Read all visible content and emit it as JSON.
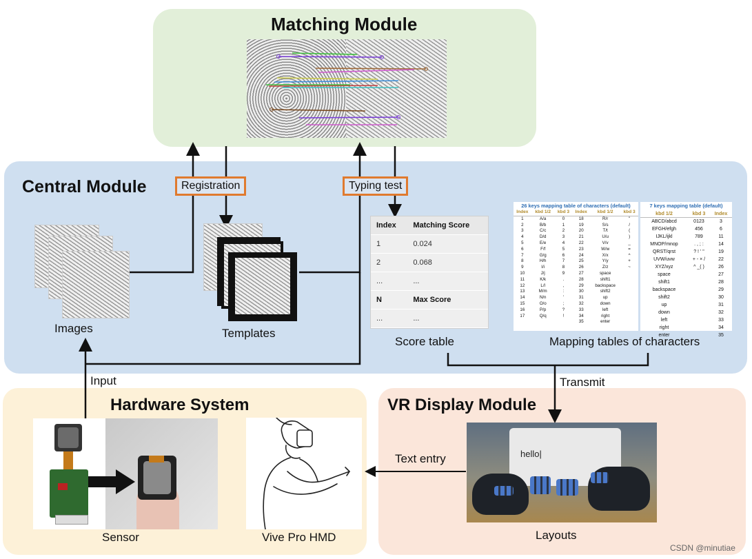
{
  "matching_module": {
    "title": "Matching Module"
  },
  "central_module": {
    "title": "Central Module",
    "registration_label": "Registration",
    "typing_test_label": "Typing test",
    "images_label": "Images",
    "templates_label": "Templates",
    "score_table": {
      "caption": "Score table",
      "headers": [
        "Index",
        "Matching Score"
      ],
      "rows": [
        [
          "1",
          "0.024"
        ],
        [
          "2",
          "0.068"
        ],
        [
          "...",
          "..."
        ],
        [
          "N",
          "Max Score"
        ],
        [
          "...",
          "..."
        ]
      ]
    },
    "mapping_caption": "Mapping tables of characters",
    "mapping_table_26": {
      "caption": "26 keys mapping table of characters (default)",
      "headers": [
        "Index",
        "kbd 1/2",
        "kbd 3",
        "Index",
        "kbd 1/2",
        "kbd 3"
      ],
      "rows": [
        [
          "1",
          "A/a",
          "0",
          "18",
          "R/r",
          "\""
        ],
        [
          "2",
          "B/b",
          "1",
          "19",
          "S/s",
          "/"
        ],
        [
          "3",
          "C/c",
          "2",
          "20",
          "T/t",
          "("
        ],
        [
          "4",
          "D/d",
          "3",
          "21",
          "U/u",
          ")"
        ],
        [
          "5",
          "E/e",
          "4",
          "22",
          "V/v",
          "_"
        ],
        [
          "6",
          "F/f",
          "5",
          "23",
          "W/w",
          "="
        ],
        [
          "7",
          "G/g",
          "6",
          "24",
          "X/x",
          "^"
        ],
        [
          "8",
          "H/h",
          "7",
          "25",
          "Y/y",
          "+"
        ],
        [
          "9",
          "I/i",
          "8",
          "26",
          "Z/z",
          "~"
        ],
        [
          "10",
          "J/j",
          "9",
          "27",
          "space",
          ""
        ],
        [
          "11",
          "K/k",
          ".",
          "28",
          "shift1",
          ""
        ],
        [
          "12",
          "L/l",
          ",",
          "29",
          "backspace",
          ""
        ],
        [
          "13",
          "M/m",
          ":",
          "30",
          "shift2",
          ""
        ],
        [
          "14",
          "N/n",
          "'",
          "31",
          "up",
          ""
        ],
        [
          "15",
          "O/o",
          ";",
          "32",
          "down",
          ""
        ],
        [
          "16",
          "P/p",
          "?",
          "33",
          "left",
          ""
        ],
        [
          "17",
          "Q/q",
          "!",
          "34",
          "right",
          ""
        ],
        [
          "",
          "",
          "",
          "35",
          "enter",
          ""
        ]
      ]
    },
    "mapping_table_7": {
      "caption": "7 keys mapping table (default)",
      "headers": [
        "kbd 1/2",
        "kbd 3",
        "Index"
      ],
      "rows": [
        [
          "ABCD/abcd",
          "0123",
          "3"
        ],
        [
          "EFGH/efgh",
          "456",
          "6"
        ],
        [
          "IJKL/ijkl",
          "789",
          "11"
        ],
        [
          "MNOP/mnop",
          ". , ; :",
          "14"
        ],
        [
          "QRST/qrst",
          "? ! ' \"",
          "19"
        ],
        [
          "UVW/uvw",
          "+ - × /",
          "22"
        ],
        [
          "XYZ/xyz",
          "^ _( )",
          "26"
        ],
        [
          "space",
          "",
          "27"
        ],
        [
          "shift1",
          "",
          "28"
        ],
        [
          "backspace",
          "",
          "29"
        ],
        [
          "shift2",
          "",
          "30"
        ],
        [
          "up",
          "",
          "31"
        ],
        [
          "down",
          "",
          "32"
        ],
        [
          "left",
          "",
          "33"
        ],
        [
          "right",
          "",
          "34"
        ],
        [
          "enter",
          "",
          "35"
        ]
      ]
    }
  },
  "edges": {
    "input_label": "Input",
    "transmit_label": "Transmit",
    "text_entry_label": "Text entry"
  },
  "hardware_system": {
    "title": "Hardware System",
    "sensor_label": "Sensor",
    "hmd_label": "Vive Pro HMD"
  },
  "vr_display_module": {
    "title": "VR Display Module",
    "layouts_label": "Layouts",
    "screen_text": "hello|"
  },
  "watermark": "CSDN @minutiae",
  "colors": {
    "matching_bg": "#e2efd9",
    "central_bg": "#cfdff0",
    "hardware_bg": "#fdf1d8",
    "vr_bg": "#fbe6da",
    "highlight_border": "#e07a2e"
  }
}
